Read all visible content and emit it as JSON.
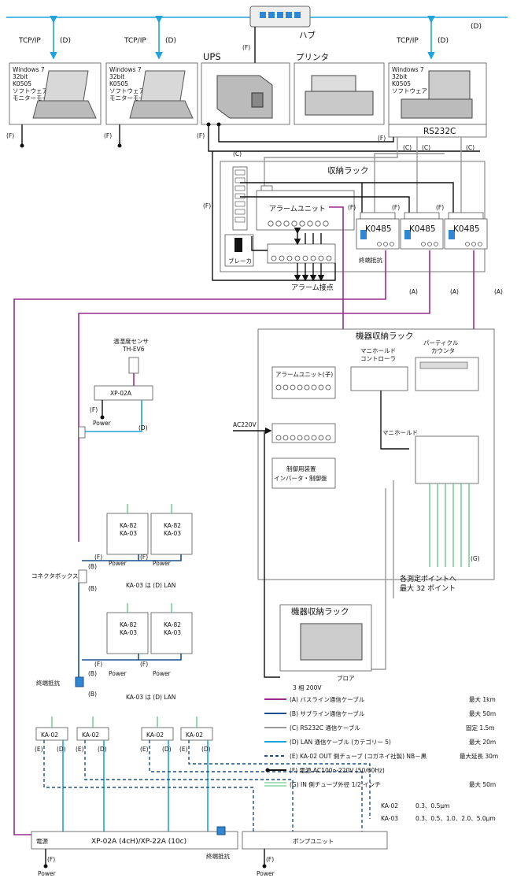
{
  "hub": {
    "label": "ハブ",
    "f": "(F)"
  },
  "network": {
    "d": "(D)",
    "tcp": "TCP/IP"
  },
  "pcs": [
    {
      "lines": [
        "Windows 7",
        "32bit",
        "K0505",
        "ソフトウェア",
        "モニターモード"
      ]
    },
    {
      "lines": [
        "Windows 7",
        "32bit",
        "K0505",
        "ソフトウェア",
        "モニターモード"
      ]
    },
    {
      "lines": [
        "Windows 7",
        "32bit",
        "K0505",
        "ソフトウェア"
      ],
      "rs232c": "RS232C"
    }
  ],
  "ups": {
    "label": "UPS"
  },
  "printer": {
    "label": "プリンタ"
  },
  "storage_rack": {
    "label": "収納ラック",
    "alarm_unit": "アラームユニット",
    "breaker": "ブレーカ",
    "alarm_contact": "アラーム接点",
    "terminator": "終端抵抗"
  },
  "k0485": [
    "K0485",
    "K0485",
    "K0485"
  ],
  "tags": {
    "a": "(A)",
    "b": "(B)",
    "c": "(C)",
    "d": "(D)",
    "e": "(E)",
    "f": "(F)",
    "g": "(G)"
  },
  "sensor": {
    "name": "温湿度センサ",
    "model": "TH-EV6",
    "unit": "XP-02A",
    "power": "Power"
  },
  "equipment_rack": {
    "label": "機器収納ラック",
    "alarm_child": "アラームユニット(子)",
    "manifold_ctrl": [
      "マニホールド",
      "コントローラ"
    ],
    "particle_counter": [
      "パーティクル",
      "カウンタ"
    ],
    "manifold": "マニホールド",
    "control": [
      "制御用装置",
      "インバータ・制御盤"
    ],
    "ac": "AC220V"
  },
  "measure_points": [
    "各測定ポイントへ",
    "最大 32 ポイント"
  ],
  "blower_rack": {
    "label": "機器収納ラック",
    "blower": "ブロア",
    "power": "3 相 200V"
  },
  "ka_sets": [
    {
      "a": [
        "KA-82",
        "KA-03"
      ],
      "b": [
        "KA-82",
        "KA-03"
      ],
      "note": "KA-03 は (D) LAN"
    },
    {
      "a": [
        "KA-82",
        "KA-03"
      ],
      "b": [
        "KA-82",
        "KA-03"
      ],
      "note": "KA-03 は (D) LAN"
    }
  ],
  "connector_box": "コネクタボックス",
  "terminator2": "終端抵抗",
  "ka02": [
    "KA-02",
    "KA-02",
    "KA-02",
    "KA-02"
  ],
  "power_box": {
    "left": "電源",
    "center": "XP-02A (4cH)/XP-22A (10c)",
    "terminator": "終端抵抗"
  },
  "pump_unit": "ポンプユニット",
  "power_label": "Power",
  "legend": [
    {
      "label": "(A) バスライン通信ケーブル",
      "value": "最大 1km",
      "color": "#9b2a8f",
      "style": "solid"
    },
    {
      "label": "(B) サブライン通信ケーブル",
      "value": "最大 50m",
      "color": "#1c4f8c",
      "style": "solid"
    },
    {
      "label": "(C) RS232C 通信ケーブル",
      "value": "固定 1.5m",
      "color": "#999999",
      "style": "solid"
    },
    {
      "label": "(D) LAN 通信ケーブル (カテゴリー 5)",
      "value": "最大 20m",
      "color": "#1ea3dc",
      "style": "solid"
    },
    {
      "label": "(E) KA-02 OUT 側チューブ (コガネイ社製) NB－黒",
      "value": "最大延長 30m",
      "color": "#1c4f8c",
      "style": "dash"
    },
    {
      "label": "(F) 電源 AC100～220V (50/60Hz)",
      "value": "",
      "color": "#111111",
      "style": "dot"
    },
    {
      "label": "(G) IN 側チューブ外径 1/2 インチ",
      "value": "最大 50m",
      "color": "#4fbf7a",
      "style": "double"
    }
  ],
  "sizes": [
    {
      "model": "KA-02",
      "values": "0.3、0.5μm"
    },
    {
      "model": "KA-03",
      "values": "0.3、0.5、1.0、2.0、5.0μm"
    }
  ]
}
